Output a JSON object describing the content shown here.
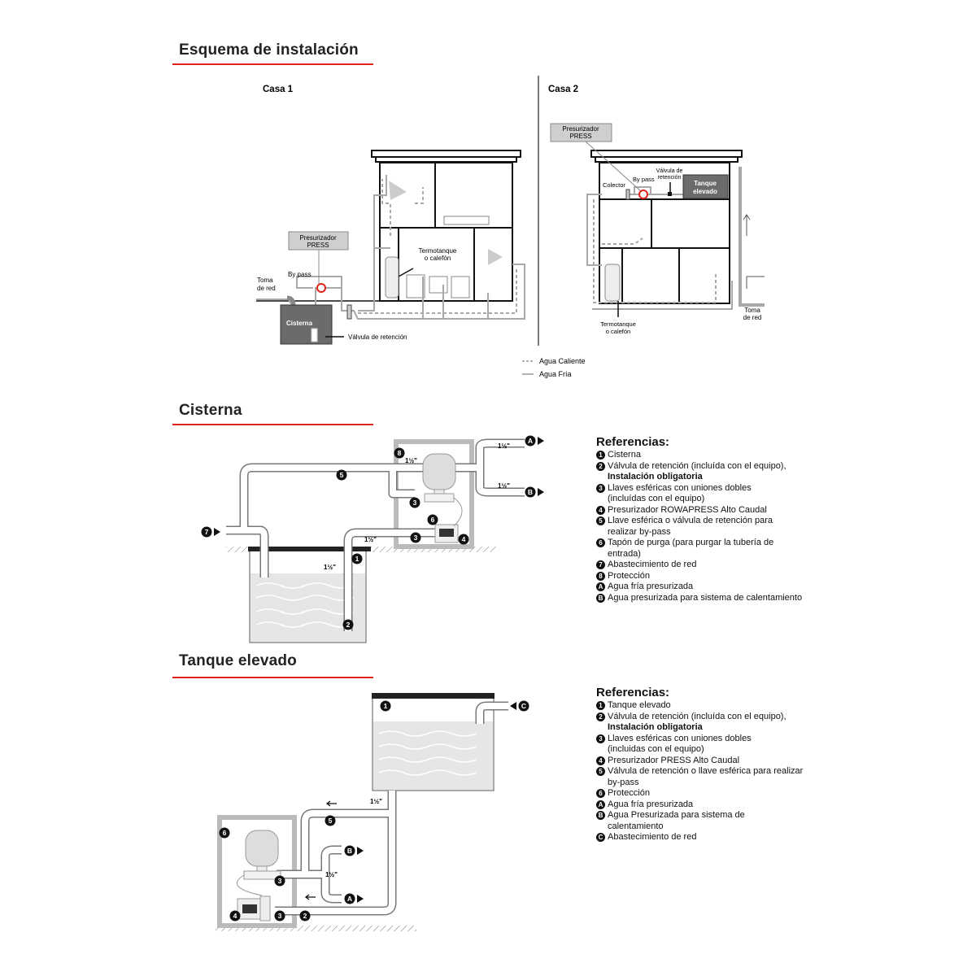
{
  "install": {
    "title": "Esquema de instalación",
    "casa1": {
      "title": "Casa 1",
      "presurizador": [
        "Presurizador",
        "PRESS"
      ],
      "bypass": "By pass",
      "toma": [
        "Toma",
        "de red"
      ],
      "cisterna": "Cisterna",
      "valvula": "Válvula de retención",
      "termotanque": [
        "Termotanque",
        "o calefón"
      ]
    },
    "casa2": {
      "title": "Casa 2",
      "presurizador": [
        "Presurizador",
        "PRESS"
      ],
      "bypass": "By pass",
      "colector": "Colector",
      "valvula": [
        "Válvula de",
        "retención"
      ],
      "tanque": [
        "Tanque",
        "elevado"
      ],
      "toma": [
        "Toma",
        "de red"
      ],
      "termotanque": [
        "Termotanque",
        "o calefón"
      ]
    },
    "legend": {
      "hot": "Agua Caliente",
      "cold": "Agua Fría"
    },
    "colors": {
      "accent": "#e2231a",
      "pipe": "#a8a8a8",
      "tank": "#6b6b6b"
    }
  },
  "cisterna": {
    "title": "Cisterna",
    "diagram": {
      "size": "1½\"",
      "markers": [
        "1",
        "2",
        "3",
        "3",
        "4",
        "5",
        "6",
        "7",
        "8",
        "A",
        "B"
      ]
    },
    "refs_title": "Referencias:",
    "refs": [
      {
        "m": "1",
        "lines": [
          "Cisterna"
        ]
      },
      {
        "m": "2",
        "lines": [
          "Válvula de retención (incluída con el equipo),"
        ],
        "bold": "Instalación obligatoria"
      },
      {
        "m": "3",
        "lines": [
          "Llaves esféricas con uniones dobles",
          "(incluídas con el equipo)"
        ]
      },
      {
        "m": "4",
        "lines": [
          "Presurizador ROWAPRESS Alto Caudal"
        ]
      },
      {
        "m": "5",
        "lines": [
          "Llave esférica o válvula de retención para",
          "realizar by-pass"
        ]
      },
      {
        "m": "6",
        "lines": [
          "Tapón de purga (para purgar la tubería de",
          "entrada)"
        ]
      },
      {
        "m": "7",
        "lines": [
          "Abastecimiento de red"
        ]
      },
      {
        "m": "8",
        "lines": [
          "Protección"
        ]
      },
      {
        "m": "A",
        "lines": [
          "Agua fría presurizada"
        ]
      },
      {
        "m": "B",
        "lines": [
          "Agua presurizada para sistema de calentamiento"
        ]
      }
    ]
  },
  "tanque": {
    "title": "Tanque elevado",
    "diagram": {
      "size": "1½\""
    },
    "refs_title": "Referencias:",
    "refs": [
      {
        "m": "1",
        "lines": [
          "Tanque elevado"
        ]
      },
      {
        "m": "2",
        "lines": [
          "Válvula de retención (incluída con el equipo),"
        ],
        "bold": "Instalación obligatoria"
      },
      {
        "m": "3",
        "lines": [
          "Llaves esféricas con uniones dobles",
          "(incluidas con el equipo)"
        ]
      },
      {
        "m": "4",
        "lines": [
          "Presurizador PRESS Alto Caudal"
        ]
      },
      {
        "m": "5",
        "lines": [
          "Válvula de retención o llave esférica para realizar",
          "by-pass"
        ]
      },
      {
        "m": "6",
        "lines": [
          "Protección"
        ]
      },
      {
        "m": "A",
        "lines": [
          "Agua fría presurizada"
        ]
      },
      {
        "m": "B",
        "lines": [
          "Agua Presurizada para sistema de",
          "calentamiento"
        ]
      },
      {
        "m": "C",
        "lines": [
          "Abastecimiento de red"
        ]
      }
    ]
  }
}
